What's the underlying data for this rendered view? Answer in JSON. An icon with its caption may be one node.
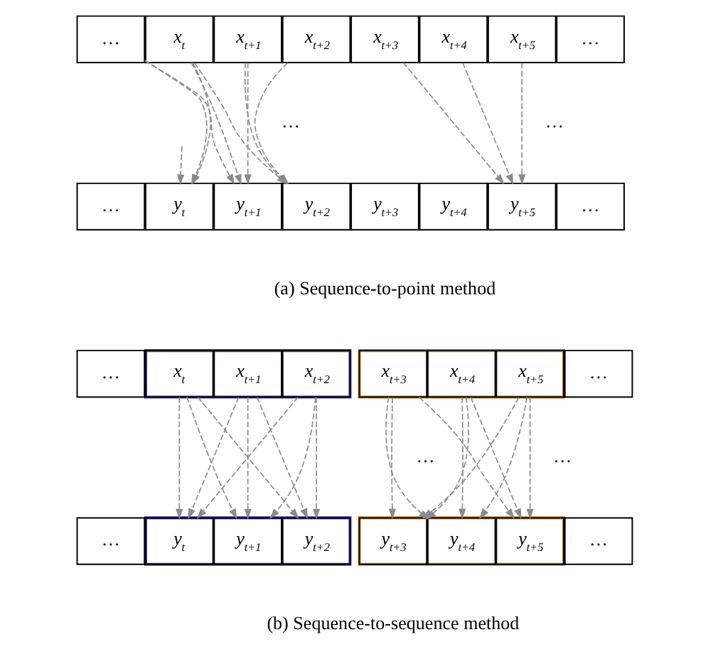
{
  "diagram": {
    "nodes": [
      {
        "text": [
          "…"
        ]
      },
      {
        "text": [
          "x$_{t}$"
        ]
      },
      {
        "text": [
          "x$_{t+1}$"
        ]
      },
      {
        "text": [
          "x$_{t+2}$"
        ]
      },
      {
        "text": [
          "x$_{t+3}$"
        ]
      },
      {
        "text": [
          "x$_{t+4}$"
        ]
      },
      {
        "text": [
          "x$_{t+5}$"
        ]
      },
      {
        "text": [
          "…"
        ]
      },
      {
        "text": [
          "…"
        ]
      },
      {
        "text": [
          "y$_{t}$"
        ]
      },
      {
        "text": [
          "y$_{t+1}$"
        ]
      },
      {
        "text": [
          "y$_{t+2}$"
        ]
      },
      {
        "text": [
          "y$_{t+3}$"
        ]
      },
      {
        "text": [
          "y$_{t+4}$"
        ]
      },
      {
        "text": [
          "y$_{t+5}$"
        ]
      },
      {
        "text": [
          "…"
        ]
      },
      {
        "text": [
          "…"
        ]
      },
      {
        "text": [],
        "shape": "box"
      },
      {
        "text": [
          "x$_{t}$"
        ],
        "in": 17
      },
      {
        "text": [
          "x$_{t+1}$"
        ],
        "in": 17
      },
      {
        "text": [
          "x$_{t+2}$"
        ],
        "in": 17
      },
      {
        "text": [],
        "shape": "box"
      },
      {
        "text": [
          "x$_{t+3}$"
        ],
        "in": 21
      },
      {
        "text": [
          "x$_{t+4}$"
        ],
        "in": 21
      },
      {
        "text": [
          "x$_{t+5}$"
        ],
        "in": 21
      },
      {
        "text": [
          "…"
        ]
      },
      {
        "text": [
          "…"
        ]
      },
      {
        "text": [],
        "shape": "box"
      },
      {
        "text": [
          "y$_{t}$"
        ],
        "in": 27
      },
      {
        "text": [
          "y$_{t+1}$"
        ],
        "in": 27
      },
      {
        "text": [
          "y$_{t+2}$"
        ],
        "in": 27
      },
      {
        "text": [],
        "shape": "box"
      },
      {
        "text": [
          "y$_{t+3}$"
        ],
        "in": 31
      },
      {
        "text": [
          "y$_{t+4}$"
        ],
        "in": 31
      },
      {
        "text": [
          "y$_{t+5}$"
        ],
        "in": 31
      },
      {
        "text": [
          "…"
        ]
      }
    ],
    "edges": [
      {
        "from": null,
        "to": 9,
        "arrow": "to",
        "style": "dashed"
      },
      {
        "from": 0,
        "to": 9,
        "arrow": "to",
        "style": "dashed"
      },
      {
        "from": 1,
        "to": 9,
        "arrow": "to",
        "style": "dashed"
      },
      {
        "from": 0,
        "to": 10,
        "arrow": "to",
        "style": "dashed"
      },
      {
        "from": 1,
        "to": 10,
        "arrow": "to",
        "style": "dashed"
      },
      {
        "from": 2,
        "to": 10,
        "arrow": "to",
        "style": "dashed"
      },
      {
        "from": 1,
        "to": 11,
        "arrow": "to",
        "style": "dashed"
      },
      {
        "from": 2,
        "to": 11,
        "arrow": "to",
        "style": "dashed"
      },
      {
        "from": 3,
        "to": 11,
        "arrow": "to",
        "style": "dashed"
      },
      {
        "from": 4,
        "to": 14,
        "arrow": "to",
        "style": "dashed"
      },
      {
        "from": 5,
        "to": 14,
        "arrow": "to",
        "style": "dashed"
      },
      {
        "from": 6,
        "to": 14,
        "arrow": "to",
        "style": "dashed"
      },
      {
        "from": 18,
        "to": 28,
        "arrow": "to",
        "style": "dashed"
      },
      {
        "from": 18,
        "to": 29,
        "arrow": "to",
        "style": "dashed"
      },
      {
        "from": 18,
        "to": 30,
        "arrow": "to",
        "style": "dashed"
      },
      {
        "from": 19,
        "to": 28,
        "arrow": "to",
        "style": "dashed"
      },
      {
        "from": 19,
        "to": 29,
        "arrow": "to",
        "style": "dashed"
      },
      {
        "from": 19,
        "to": 30,
        "arrow": "to",
        "style": "dashed"
      },
      {
        "from": 20,
        "to": 28,
        "arrow": "to",
        "style": "dashed"
      },
      {
        "from": 20,
        "to": 29,
        "arrow": "to",
        "style": "dashed"
      },
      {
        "from": 20,
        "to": 30,
        "arrow": "to",
        "style": "dashed"
      },
      {
        "from": 22,
        "to": 32,
        "arrow": "to",
        "style": "dashed"
      },
      {
        "from": 22,
        "to": 33,
        "arrow": "to",
        "style": "dashed"
      },
      {
        "from": 22,
        "to": 34,
        "arrow": "to",
        "style": "dashed"
      },
      {
        "from": 23,
        "to": 32,
        "arrow": "to",
        "style": "dashed"
      },
      {
        "from": 23,
        "to": 33,
        "arrow": "to",
        "style": "dashed"
      },
      {
        "from": 23,
        "to": 34,
        "arrow": "to",
        "style": "dashed"
      },
      {
        "from": 24,
        "to": 32,
        "arrow": "to",
        "style": "dashed"
      },
      {
        "from": 24,
        "to": 33,
        "arrow": "to",
        "style": "dashed"
      },
      {
        "from": 24,
        "to": 34,
        "arrow": "to",
        "style": "dashed"
      }
    ],
    "labels": [
      "…",
      "…",
      "(a) Sequence-to-point method",
      "…",
      "…",
      "(b) Sequence-to-sequence method"
    ]
  }
}
